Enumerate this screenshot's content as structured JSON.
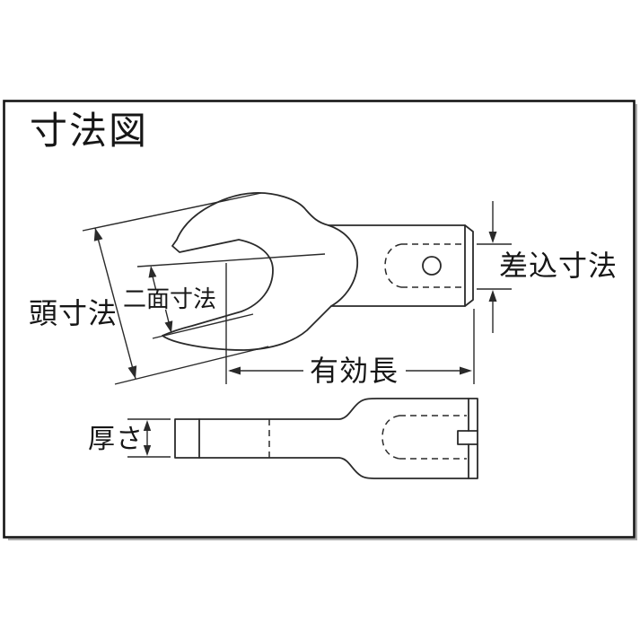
{
  "diagram": {
    "title": "寸法図",
    "labels": {
      "head_dimension": "頭寸法",
      "width_across_flats": "二面寸法",
      "effective_length": "有効長",
      "insertion_dimension": "差込寸法",
      "thickness": "厚さ"
    },
    "colors": {
      "line": "#2a2a2a",
      "frame": "#161616",
      "background": "#ffffff"
    }
  }
}
